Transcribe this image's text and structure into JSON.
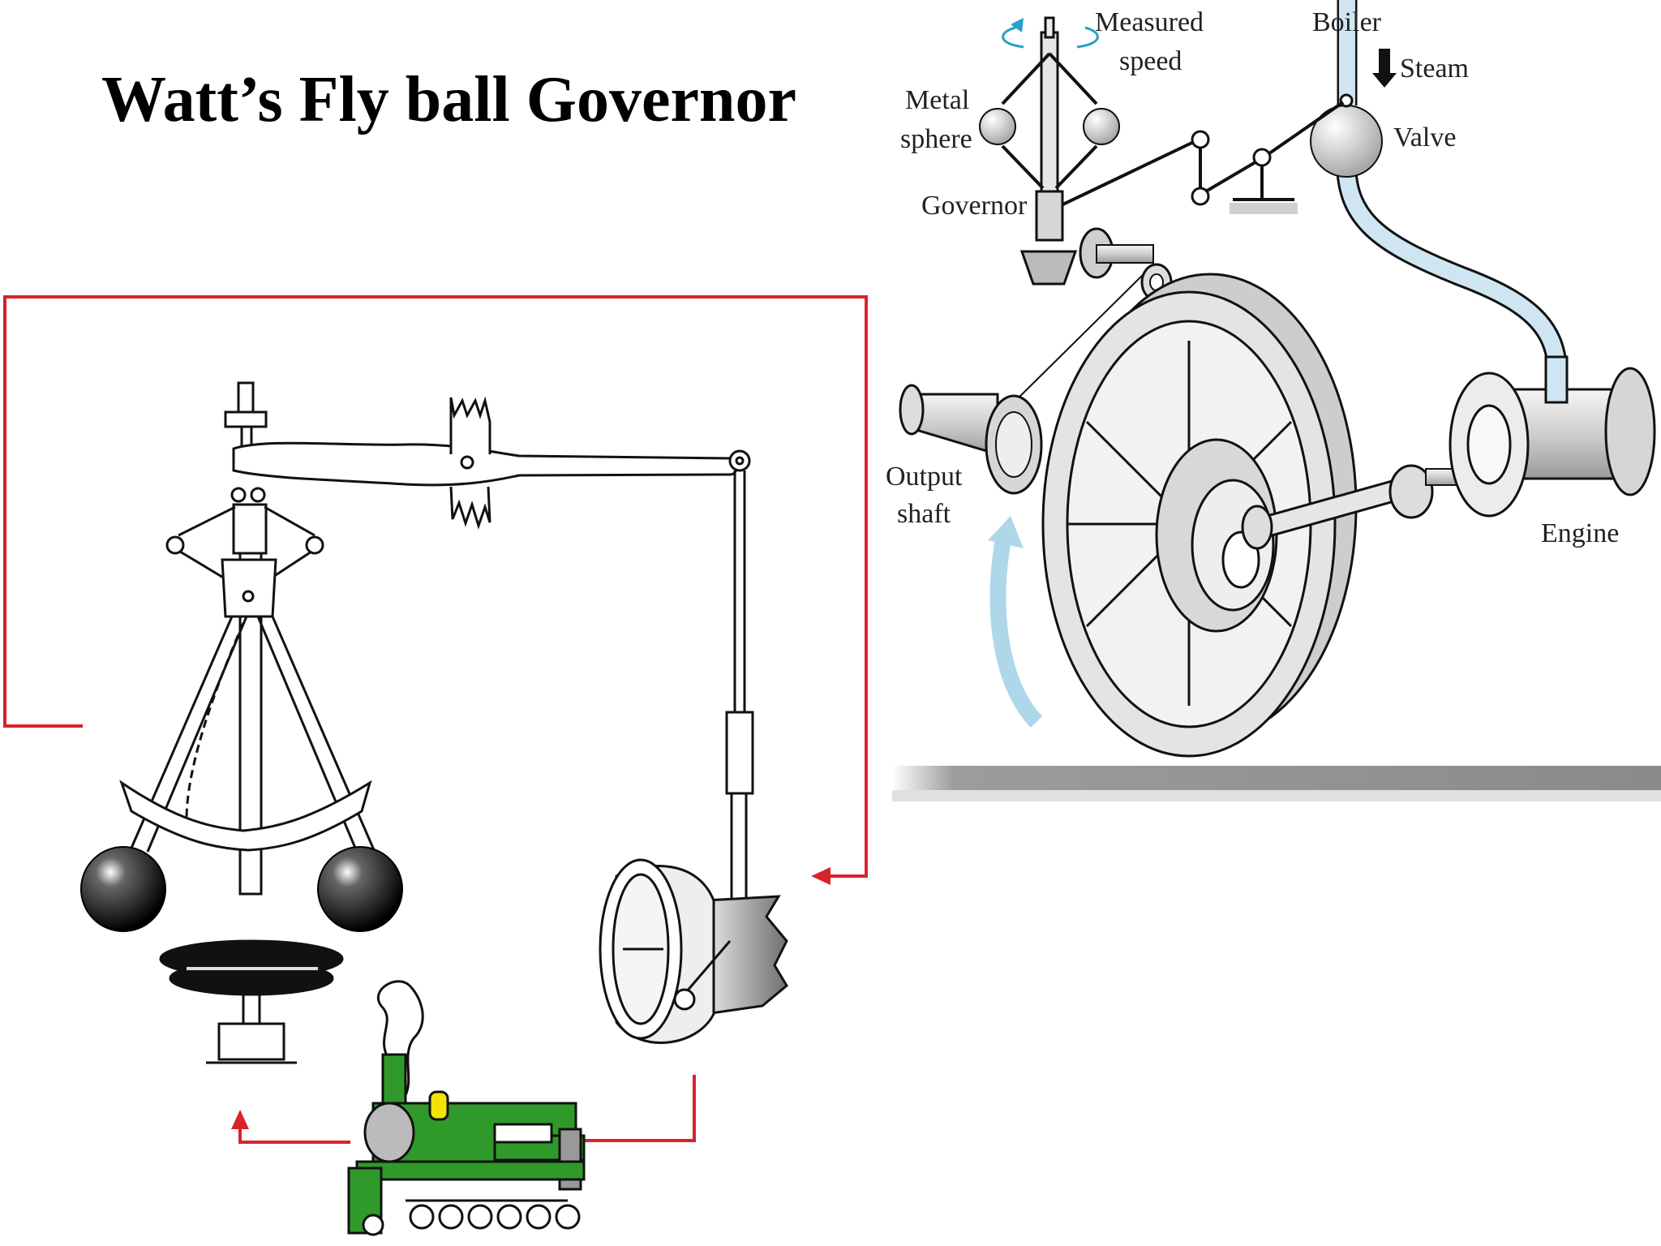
{
  "slide": {
    "title": "Watt’s Fly ball Governor"
  },
  "right_diagram": {
    "labels": {
      "measured_speed_1": "Measured",
      "measured_speed_2": "speed",
      "boiler": "Boiler",
      "steam": "Steam",
      "metal_sphere_1": "Metal",
      "metal_sphere_2": "sphere",
      "valve": "Valve",
      "governor": "Governor",
      "output_shaft_1": "Output",
      "output_shaft_2": "shaft",
      "engine": "Engine"
    }
  },
  "colors": {
    "feedback_loop": "#d9232a",
    "steam_pipe": "#cfe6f2",
    "rotation_arrow": "#aed8ea",
    "locomotive_body": "#2f9a2a",
    "locomotive_lamp": "#f2e400"
  }
}
